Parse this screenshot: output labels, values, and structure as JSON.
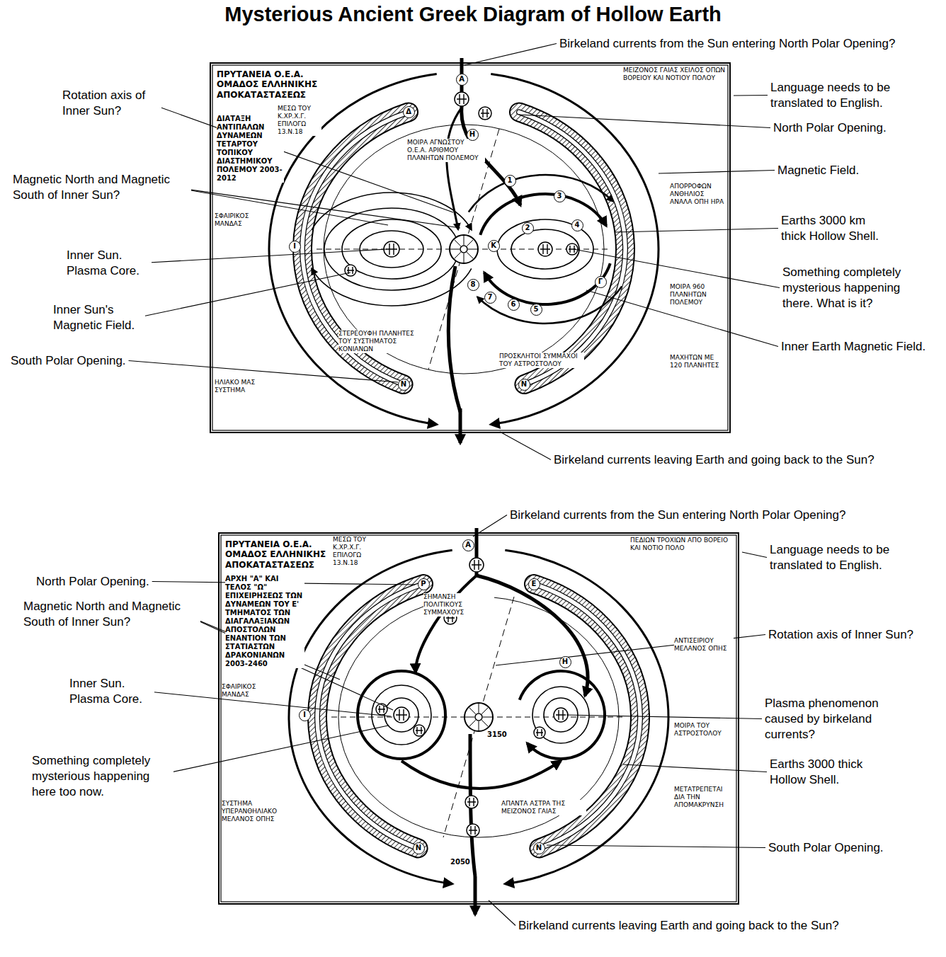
{
  "diagram": {
    "title": "Mysterious Ancient Greek Diagram of Hollow Earth",
    "nodes": [
      {
        "text": [
          "ΠΡΥΤΑΝΕΙΑ Ο.Ε.Α. ΟΜΑΔΟΣ ΕΛΛΗΝΙΚΗΣ ΑΠΟΚΑΤΑΣΤΑΣΕΩΣ",
          "ΔΙΑΤΑΞΗ ΑΝΤΙΠΑΛΩΝ ΔΥΝΑΜΕΩΝ ΤΕΤΑΡΤΟΥ ΤΟΠΙΚΟΥ ΔΙΑΣΤΗΜΙΚΟΥ ΠΟΛΕΜΟΥ 2003-2012"
        ]
      },
      {
        "text": [
          "ΠΡΥΤΑΝΕΙΑ Ο.Ε.Α. ΟΜΑΔΟΣ ΕΛΛΗΝΙΚΗΣ ΑΠΟΚΑΤΑΣΤΑΣΕΩΣ",
          "ΑΡΧΗ \"Α\" ΚΑΙ ΤΕΛΟΣ \"Ω\" ΕΠΙΧΕΙΡΗΣΕΩΣ ΤΩΝ ΔΥΝΑΜΕΩΝ ΤΟΥ Ε' ΤΜΗΜΑΤΟΣ ΤΩΝ ΔΙΑΓΑΛΑΞΙΑΚΩΝ ΑΠΟΣΤΟΛΩΝ ΕΝΑΝΤΙΟΝ ΤΩΝ ΣΤΑΤΙΑΣΤΩΝ ΔΡΑΚΟΝΙΑΝΩΝ 2003-2460"
        ]
      }
    ],
    "labels": [
      "Rotation axis of Inner Sun?",
      "Magnetic North and Magnetic South of Inner Sun?",
      "Inner Sun. Plasma Core.",
      "Inner Sun's Magnetic Field.",
      "South Polar Opening.",
      "Birkeland currents from the Sun entering North Polar Opening?",
      "Language needs to be translated to English.",
      "North Polar Opening.",
      "Magnetic Field.",
      "Earths 3000 km thick Hollow Shell.",
      "Something completely mysterious happening there. What is it?",
      "Inner Earth Magnetic Field.",
      "Birkeland currents leaving Earth and going back to the Sun?",
      "Birkeland currents from the Sun entering North Polar Opening?",
      "North Polar Opening.",
      "Magnetic North and Magnetic South of Inner Sun?",
      "Inner Sun. Plasma Core.",
      "Something completely mysterious happening here too now.",
      "Language needs to be translated to English.",
      "Rotation axis of Inner Sun?",
      "Plasma phenomenon caused by birkeland currents?",
      "Earths 3000 thick Hollow Shell.",
      "South Polar Opening.",
      "Birkeland currents leaving Earth and going back to the Sun?",
      "ΜΕΣΩ ΤΟΥ Κ.ΧΡ.Χ.Γ. ΕΠΙΛΟΓΩ 13.Ν.18",
      "ΜΟΙΡΑ ΑΓΝΩΣΤΟΥ Ο.Ε.Α. ΑΡΙΘΜΟΥ ΠΛΑΝΗΤΩΝ ΠΟΛΕΜΟΥ",
      "ΜΕΙΖΟΝΟΣ ΓΑΙΑΣ ΧΕΙΛΟΣ ΟΠΩΝ ΒΟΡΕΙΟΥ ΚΑΙ ΝΟΤΙΟΥ ΠΟΛΟΥ",
      "ΑΠΟΡΡΟΦΩΝ ΑΝΘΗΛΙΟΣ ΑΝΑΛΑ ΟΠΗ ΗΡΑ",
      "ΜΟΙΡΑ 960 ΠΛΑΝΗΤΩΝ ΠΟΛΕΜΟΥ",
      "ΜΑΧΗΤΩΝ ΜΕ 120 ΠΛΑΝΗΤΕΣ",
      "ΣΦΑΙΡΙΚΟΣ ΜΑΝΔΑΣ",
      "ΗΛΙΑΚΟ ΜΑΣ ΣΥΣΤΗΜΑ",
      "ΣΤΕΡΕΟΥΦΗ ΠΛΑΝΗΤΕΣ ΤΟΥ ΣΥΣΤΗΜΑΤΟΣ ΚΟΝΙΑΝΩΝ",
      "ΠΡΟΣΚΛΗΤΟΙ ΣΥΜΜΑΧΟΙ ΤΟΥ ΑΣΤΡΟΣΤΟΛΟΥ",
      "Α",
      "Ι",
      "Κ",
      "Η",
      "Ν",
      "Ν",
      "Δ",
      "Γ",
      "1",
      "2",
      "3",
      "4",
      "5",
      "6",
      "7",
      "8",
      "ΜΕΣΩ ΤΟΥ Κ.ΧΡ.Χ.Γ. ΕΠΙΛΟΓΩ 13.Ν.18",
      "ΠΕΔΙΩΝ ΤΡΟΧΙΩΝ ΑΠΟ ΒΟΡΕΙΟ ΚΑΙ ΝΟΤΙΟ ΠΟΛΟ",
      "ΑΝΤΙΣΕΙΡΙΟΥ ΜΕΛΑΝΟΣ ΟΠΗΣ",
      "ΜΟΙΡΑ ΤΟΥ ΑΣΤΡΟΣΤΟΛΟΥ",
      "ΜΕΤΑΤΡΕΠΕΤΑΙ ΔΙΑ ΤΗΝ ΑΠΟΜΑΚΡΥΝΣΗ",
      "ΣΦΑΙΡΙΚΟΣ ΜΑΝΔΑΣ",
      "ΣΥΣΤΗΜΑ ΥΠΕΡΑΝΘΗΛΙΑΚΟ ΜΕΛΑΝΟΣ ΟΠΗΣ",
      "ΣΗΜΑΝΣΗ ΠΟΛΙΤΙΚΟΥΣ ΣΥΜΜΑΧΟΥΣ",
      "ΑΠΑΝΤΑ ΑΣΤΡΑ ΤΗΣ ΜΕΙΖΟΝΟΣ ΓΑΙΑΣ",
      "3150",
      "2050",
      "Α",
      "Ι",
      "Ρ",
      "Ε",
      "Η",
      "Ν",
      "Ν"
    ]
  }
}
